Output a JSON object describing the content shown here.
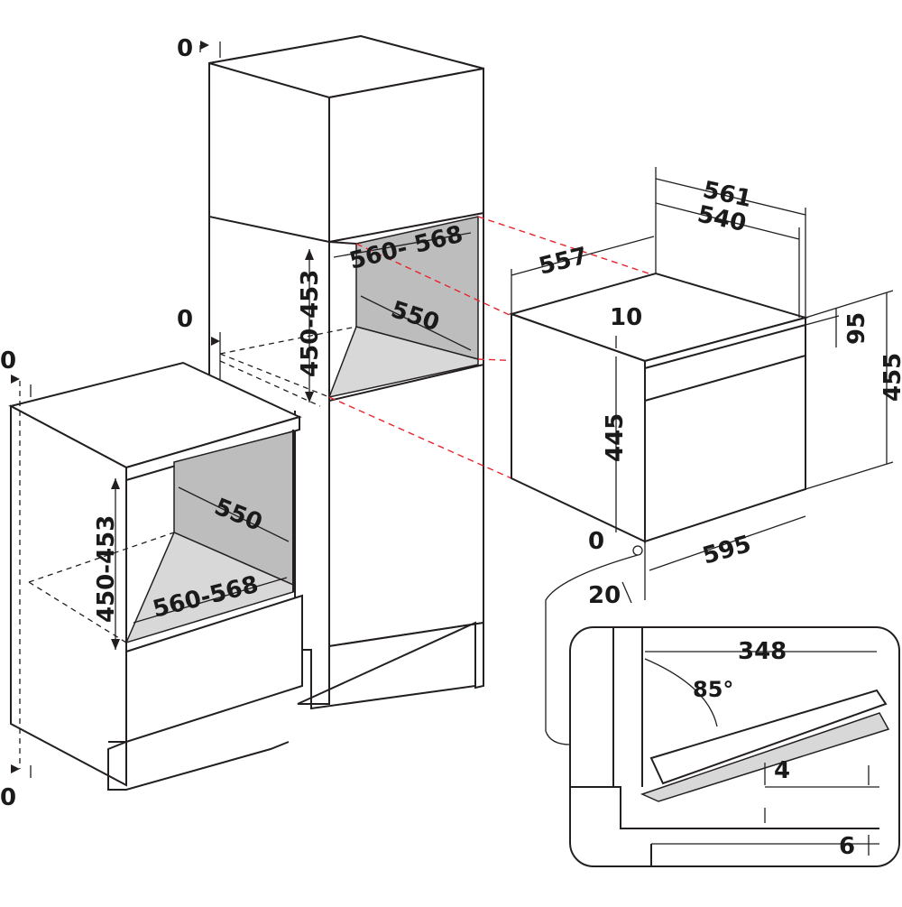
{
  "labels": {
    "tall_top_gap": "0",
    "tall_mid_gap": "0",
    "base_top_gap": "0",
    "base_bottom_gap": "0",
    "tall_niche_width": "560- 568",
    "tall_niche_height": "450-453",
    "tall_niche_depth": "550",
    "base_niche_depth": "550",
    "base_niche_height": "450-453",
    "base_niche_width": "560-568",
    "oven_561": "561",
    "oven_540": "540",
    "oven_557": "557",
    "oven_10": "10",
    "oven_95": "95",
    "oven_455": "455",
    "oven_445": "445",
    "oven_0": "0",
    "oven_595": "595",
    "oven_20": "20",
    "detail_348": "348",
    "detail_angle": "85°",
    "detail_4": "4",
    "detail_6": "6"
  },
  "colors": {
    "line": "#231f20",
    "niche_back": "#bdbdbd",
    "niche_floor": "#d8d8d8",
    "projection": "#e8242c"
  }
}
